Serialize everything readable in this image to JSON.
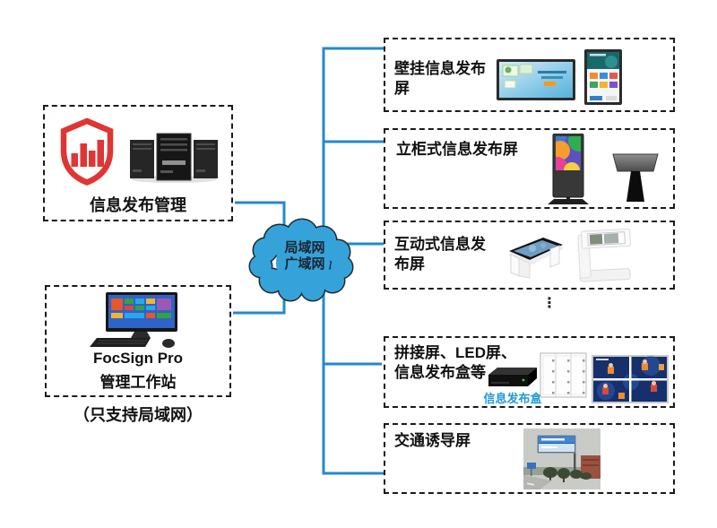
{
  "cloud": {
    "line1": "局域网",
    "line2": "广域网"
  },
  "left_boxes": {
    "management": {
      "label": "信息发布管理"
    },
    "workstation": {
      "title": "FocSign Pro",
      "subtitle": "管理工作站",
      "note": "（只支持局域网）"
    }
  },
  "right_boxes": [
    {
      "line1": "壁挂信息发布",
      "line2": "屏"
    },
    {
      "line1": "立柜式信息发布屏",
      "line2": ""
    },
    {
      "line1": "互动式信息发",
      "line2": "布屏"
    },
    {
      "line1": "拼接屏、LED屏、",
      "line2": "信息发布盒等",
      "device_label": "信息发布盒"
    },
    {
      "line1": "交通诱导屏",
      "line2": ""
    }
  ],
  "ellipsis": "⋮",
  "colors": {
    "connector_blue": "#2389CB",
    "cloud_fill": "#35A3DA",
    "cloud_outline": "#1F2A33",
    "box_border": "#1A1A1A",
    "logo_red": "#E03535",
    "device_label_blue": "#1F9BD7",
    "text": "#111111"
  }
}
